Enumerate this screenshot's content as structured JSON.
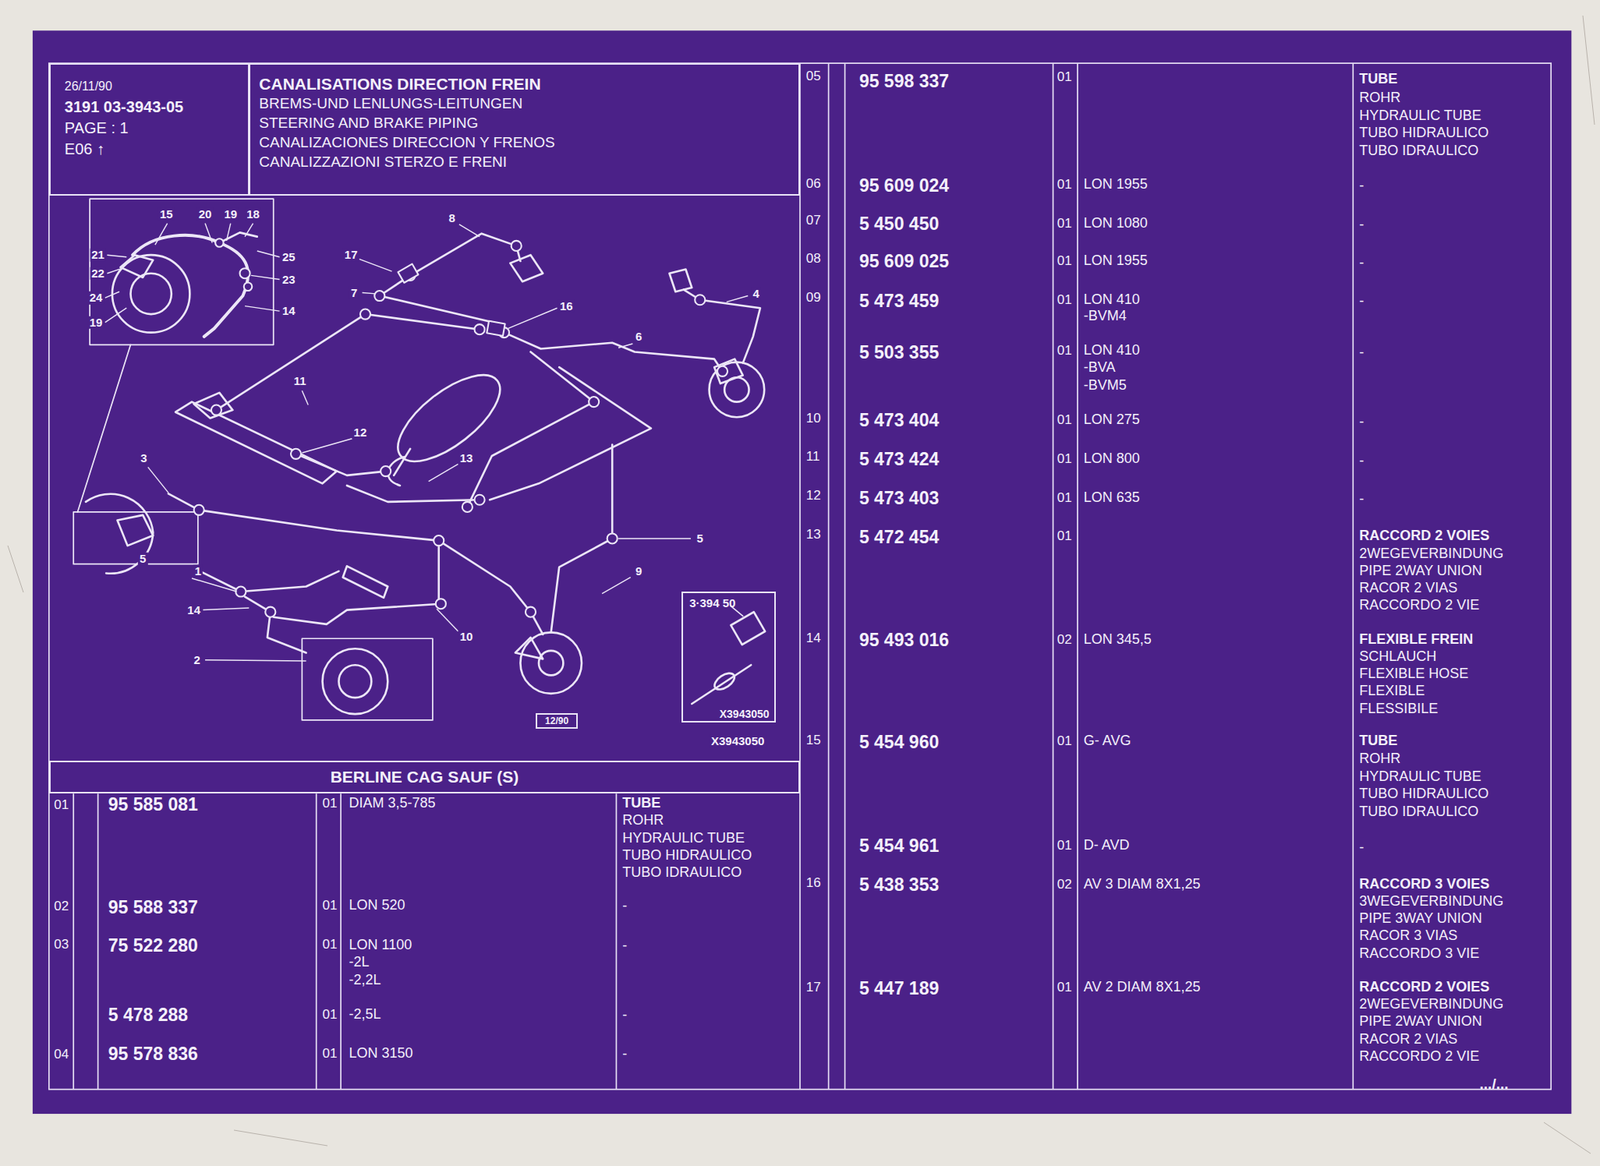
{
  "diagram": {
    "nodes": [
      {
        "text": [
          "26/11/90",
          "3191 03-3943-05",
          "PAGE : 1",
          "E06 ↑"
        ]
      },
      {
        "text": [
          "CANALISATIONS DIRECTION FREIN",
          "BREMS-UND LENLUNGS-LEITUNGEN",
          "STEERING AND BRAKE PIPING",
          "CANALIZACIONES DIRECCION Y FRENOS",
          "CANALIZZAZIONI STERZO E FRENI"
        ]
      },
      {
        "text": [
          "3·394 50",
          "X3943050"
        ]
      },
      {
        "text": [
          "12/90"
        ]
      },
      {
        "text": [
          "BERLINE CAG SAUF (S)"
        ]
      }
    ],
    "labels": [
      "15",
      "20",
      "19",
      "18",
      "21",
      "22",
      "24",
      "19",
      "25",
      "23",
      "14",
      "8",
      "17",
      "7",
      "16",
      "6",
      "4",
      "11",
      "12",
      "13",
      "3",
      "5",
      "5",
      "1",
      "14",
      "10",
      "9",
      "2",
      "X3943050",
      "01",
      "95 585 081",
      "01",
      "DIAM 3,5-785",
      "TUBE",
      "ROHR",
      "HYDRAULIC TUBE",
      "TUBO HIDRAULICO",
      "TUBO IDRAULICO",
      "02",
      "95 588 337",
      "01",
      "LON 520",
      "-",
      "03",
      "75 522 280",
      "01",
      "LON 1100",
      "-2L",
      "-2,2L",
      "-",
      "5 478 288",
      "01",
      "-2,5L",
      "-",
      "04",
      "95 578 836",
      "01",
      "LON 3150",
      "-",
      "05",
      "95 598 337",
      "01",
      "TUBE",
      "ROHR",
      "HYDRAULIC TUBE",
      "TUBO HIDRAULICO",
      "TUBO IDRAULICO",
      "06",
      "95 609 024",
      "01",
      "LON 1955",
      "-",
      "07",
      "5 450 450",
      "01",
      "LON 1080",
      "-",
      "08",
      "95 609 025",
      "01",
      "LON 1955",
      "-",
      "09",
      "5 473 459",
      "01",
      "LON 410",
      "-BVM4",
      "-",
      "5 503 355",
      "01",
      "LON 410",
      "-BVA",
      "-BVM5",
      "-",
      "10",
      "5 473 404",
      "01",
      "LON 275",
      "-",
      "11",
      "5 473 424",
      "01",
      "LON 800",
      "-",
      "12",
      "5 473 403",
      "01",
      "LON 635",
      "-",
      "13",
      "5 472 454",
      "01",
      "RACCORD 2 VOIES",
      "2WEGEVERBINDUNG",
      "PIPE 2WAY UNION",
      "RACOR 2 VIAS",
      "RACCORDO 2 VIE",
      "14",
      "95 493 016",
      "02",
      "LON 345,5",
      "FLEXIBLE FREIN",
      "SCHLAUCH",
      "FLEXIBLE HOSE",
      "FLEXIBLE",
      "FLESSIBILE",
      "15",
      "5 454 960",
      "01",
      "G- AVG",
      "TUBE",
      "ROHR",
      "HYDRAULIC TUBE",
      "TUBO HIDRAULICO",
      "TUBO IDRAULICO",
      "5 454 961",
      "01",
      "D- AVD",
      "-",
      "16",
      "5 438 353",
      "02",
      "AV 3 DIAM 8X1,25",
      "RACCORD 3 VOIES",
      "3WEGEVERBINDUNG",
      "PIPE 3WAY UNION",
      "RACOR 3 VIAS",
      "RACCORDO 3 VIE",
      "17",
      "5 447 189",
      "01",
      "AV 2 DIAM 8X1,25",
      "RACCORD 2 VOIES",
      "2WEGEVERBINDUNG",
      "PIPE 2WAY UNION",
      "RACOR 2 VIAS",
      "RACCORDO 2 VIE",
      ".../..."
    ]
  }
}
